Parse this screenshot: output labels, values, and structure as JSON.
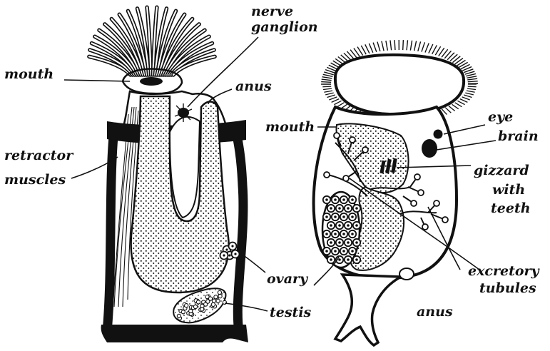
{
  "labels": {
    "left": {
      "mouth": "mouth",
      "nerve_ganglion_line1": "nerve",
      "nerve_ganglion_line2": "ganglion",
      "anus": "anus",
      "retractor_line1": "retractor",
      "retractor_line2": "muscles",
      "ovary": "ovary",
      "testis": "testis"
    },
    "right": {
      "mouth": "mouth",
      "eye": "eye",
      "brain": "brain",
      "gizzard_line1": "gizzard",
      "gizzard_line2": "with",
      "gizzard_line3": "teeth",
      "excretory_line1": "excretory",
      "excretory_line2": "tubules",
      "anus": "anus"
    }
  },
  "colors": {
    "ink": "#111111",
    "paper": "#ffffff"
  }
}
